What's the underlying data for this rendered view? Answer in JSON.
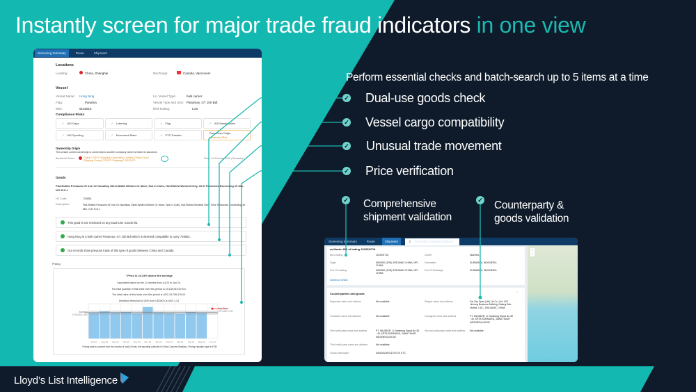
{
  "title": {
    "main": "Instantly screen for major trade fraud indicators",
    "highlight": "in one view"
  },
  "subtitle": "Perform essential checks and batch-search up to 5  items at a time",
  "bullets": [
    "Dual-use goods check",
    "Vessel cargo compatibility",
    "Unusual trade movement",
    "Price verification"
  ],
  "bullets_lower": [
    {
      "line1": "Comprehensive",
      "line2": "shipment validation"
    },
    {
      "line1": "Counterparty &",
      "line2": "goods validation"
    }
  ],
  "brand": "Lloyd’s List Intelligence",
  "colors": {
    "teal": "#13b8b0",
    "navy": "#0f1b2a",
    "accent": "#1cb8b0"
  },
  "left_app": {
    "tabs": [
      "Screening Summary",
      "Route",
      "Shipment"
    ],
    "locations": {
      "heading": "Locations",
      "loading_label": "Loading:",
      "loading_value": "China, Shanghai",
      "discharge_label": "Discharge:",
      "discharge_value": "Canada, Vancouver"
    },
    "vessel": {
      "heading": "Vessel",
      "name_label": "Vessel Name:",
      "name_value": "Hong Ning",
      "flag_label": "Flag:",
      "flag_value": "Panama",
      "imo_label": "IMO:",
      "imo_value": "9102615",
      "type_label": "LLI Vessel Type:",
      "type_value": "bulk carrier",
      "size_label": "Vessel Type and Size:",
      "size_value": "Panamax, GT 100 Bdt",
      "risk_label": "Risk Rating:",
      "risk_value": "Low"
    },
    "compliance": {
      "heading": "Compliance Risks",
      "items": [
        "AIS Gaps",
        "Loitering",
        "Flag",
        "AIS Manipulation",
        "AIS Spoofing",
        "Movement Risks",
        "STS Transfer",
        "Ownership Origin"
      ],
      "warning": "Moderate Risk"
    },
    "ownership": {
      "heading": "Ownership Origin",
      "note": "This vessel current ownership is connected to another company which is linked to sanctions",
      "owner_label": "Beneficial Owner:",
      "owner_value": "China COSCO Shipping Corporation Limited (China Cosco Shipping Group) COSCO Shipping/COSCOCS",
      "date": "Since: 1st February 2016 | Ownership"
    },
    "goods": {
      "heading": "Goods",
      "title": "Flat-Rolled Products Of Iron Or Nonalloy Steel,Width 600mm Or More, Not In Coils, Hot-Rolled Worked Only, Of A Thickness Exceeding 10 Mm, N.E.S.O.I.",
      "hs_label": "HS Code:",
      "hs_value": "720851",
      "desc_label": "Description:",
      "desc_value": "Flat-Rolled Products Of Iron Or Nonalloy Steel,Width 600mm Or More, Not In Coils, Hot-Rolled Worked Only, Of A Thickness Exceeding 10 Mm, N.E.S.O.I.",
      "checks": [
        "This good is not restricted on any Dual-Use Goods list.",
        "Hong Ning is a bulk carrier Panamax, GT 100 Bdt which is deemed compatible to carry 720851.",
        "Our records show previous trade of this type of goods between China and Canada"
      ]
    },
    "pricing": {
      "heading": "Pricing",
      "headline": "Price is 24.34% above the average",
      "lines": [
        "Calculated based on the 12 months from Jul 23 to Jun 24.",
        "The total quantity of this trade over this period is 23,138,916.00 KG.",
        "The total value of this trade over this period is USD 15,759,476.00.",
        "Deviation threshold of 20% from USD/KG is USD 1.14"
      ],
      "average_label": "Average",
      "average_value": "0.78 USD / KG",
      "your_label": "Your Price",
      "your_value": "0.97 USD / KG",
      "months": [
        "Jul 23",
        "Aug 23",
        "Sep 23",
        "Oct 23",
        "Nov 23",
        "Dec 23",
        "Jan 24",
        "Feb 24",
        "Mar 24",
        "Apr 24",
        "May 24",
        "Jun 24"
      ],
      "bar_values": [
        0.78,
        0.82,
        0.79,
        0.8,
        0.76,
        0.95,
        0.79,
        0.77,
        0.75,
        0.8,
        0.78,
        0
      ],
      "footer": "Pricing data is sourced from the country of load (China), the reporting authority is China Customs Statistics. Pricing valuation type is FOB"
    }
  },
  "right_app": {
    "tabs": [
      "Screening Summary",
      "Route",
      "Shipment"
    ],
    "button": "Generate Screening Report",
    "bol_title": "Master Bill of lading 2023SH718",
    "rows": [
      [
        "Bill of lading",
        "2023SH718",
        "Carrier",
        "WANHAI"
      ],
      [
        "Origin",
        "NINGBO (ZHE) ZHEJIANG CHINA, NPL CHINA",
        "Destination",
        "SURABAYA, INDONESIA"
      ],
      [
        "Port Of Loading",
        "NINGBO (ZHE) ZHEJIANG CHINA, NPL CHINA",
        "Port Of Discharge",
        "SURABAYA, INDONESIA"
      ]
    ],
    "more": "Additional details",
    "section": "Counterparties and goods",
    "cp_rows": [
      [
        "Requester name and address",
        "Not available",
        "Shipper name and address",
        "Far City Open (HK) Ltd Co.,Ltd. 12/F Jinhong Business Building, Dalang Sub-District, CDC, ZHEJIANG, CHINA"
      ],
      [
        "Forwarder name and address",
        "Not available",
        "Consignee name and address",
        "PT. WAJIBOR, Jl. Nambung Sepat No 38 - 40, KRTA SURABAYA, JAWA TIMUR INDONESIA 60152"
      ],
      [
        "First notify party name and address",
        "PT. WAJIBOR, Jl. Nambung Sepat No 38 - 40, KRTA SURABAYA, JAWA TIMUR INDONESIA 60152",
        "Second notify party name and address",
        "Not available"
      ],
      [
        "Third notify party name and address",
        "Not available",
        "",
        ""
      ],
      [
        "Goods description",
        "SANDALWOOD STICK ETC",
        "",
        ""
      ]
    ]
  }
}
